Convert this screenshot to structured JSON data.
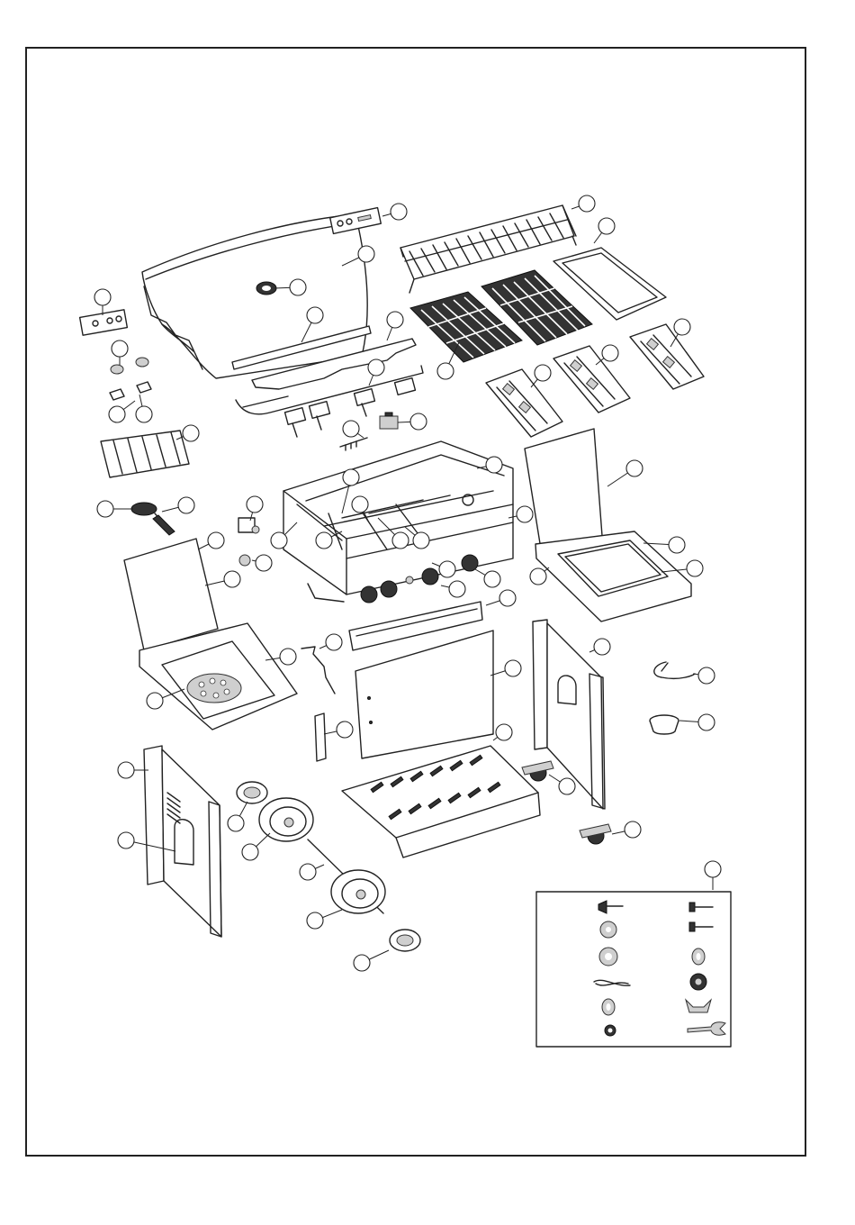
{
  "diagram": {
    "type": "exploded-parts-view",
    "callout_count": 60,
    "callout_labels": [],
    "text_labels": []
  },
  "hardware_box": {
    "item_count": 12,
    "items": [
      {
        "icon": "phillips-truss-screw-icon"
      },
      {
        "icon": "machine-screw-icon"
      },
      {
        "icon": "flat-washer-icon"
      },
      {
        "icon": "machine-screw-icon"
      },
      {
        "icon": "flat-washer-icon"
      },
      {
        "icon": "lock-washer-icon"
      },
      {
        "icon": "r-clip-pin-icon"
      },
      {
        "icon": "hex-nut-icon"
      },
      {
        "icon": "spring-washer-icon"
      },
      {
        "icon": "wing-nut-icon"
      },
      {
        "icon": "small-nut-icon"
      },
      {
        "icon": "wrench-icon"
      }
    ]
  },
  "colors": {
    "line": "#222222",
    "background": "#ffffff",
    "fill_dark": "#333333",
    "fill_grey": "#cfcfcf"
  }
}
